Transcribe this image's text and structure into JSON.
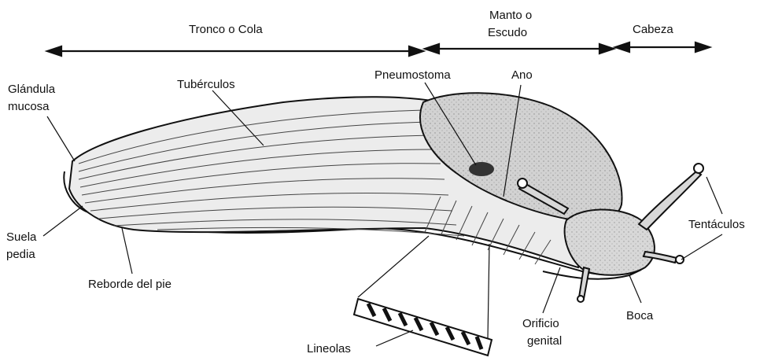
{
  "regions": {
    "trunk": "Tronco o Cola",
    "mantle_line1": "Manto o",
    "mantle_line2": "Escudo",
    "head": "Cabeza"
  },
  "labels": {
    "mucous_gland_line1": "Glándula",
    "mucous_gland_line2": "mucosa",
    "tubercles": "Tubérculos",
    "pneumostome": "Pneumostoma",
    "anus": "Ano",
    "tentacles": "Tentáculos",
    "pedal_sole_line1": "Suela",
    "pedal_sole_line2": "pedia",
    "foot_rim": "Reborde del pie",
    "lineolas": "Lineolas",
    "genital_pore_line1": "Orificio",
    "genital_pore_line2": "genital",
    "mouth": "Boca"
  },
  "colors": {
    "ink": "#111111",
    "body_fill": "#e9e9e9",
    "mantle_fill": "#cfcfcf"
  }
}
